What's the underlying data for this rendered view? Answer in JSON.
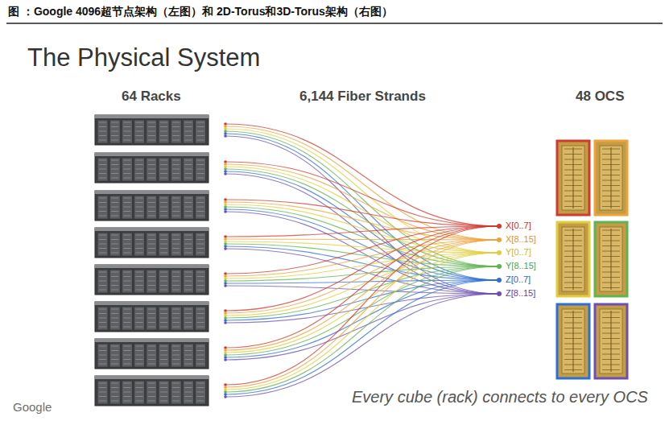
{
  "diagram": {
    "title": "图 ：Google 4096超节点架构（左图）和 2D-Torus和3D-Torus架构（右图）",
    "labels": [
      "The Physical System",
      "64 Racks",
      "6,144 Fiber Strands",
      "48 OCS",
      "X[0..7]",
      "X[8..15]",
      "Y[0..7]",
      "Y[8..15]",
      "Z[0..7]",
      "Z[8..15]",
      "Every cube (rack) connects to every OCS",
      "Google"
    ]
  }
}
